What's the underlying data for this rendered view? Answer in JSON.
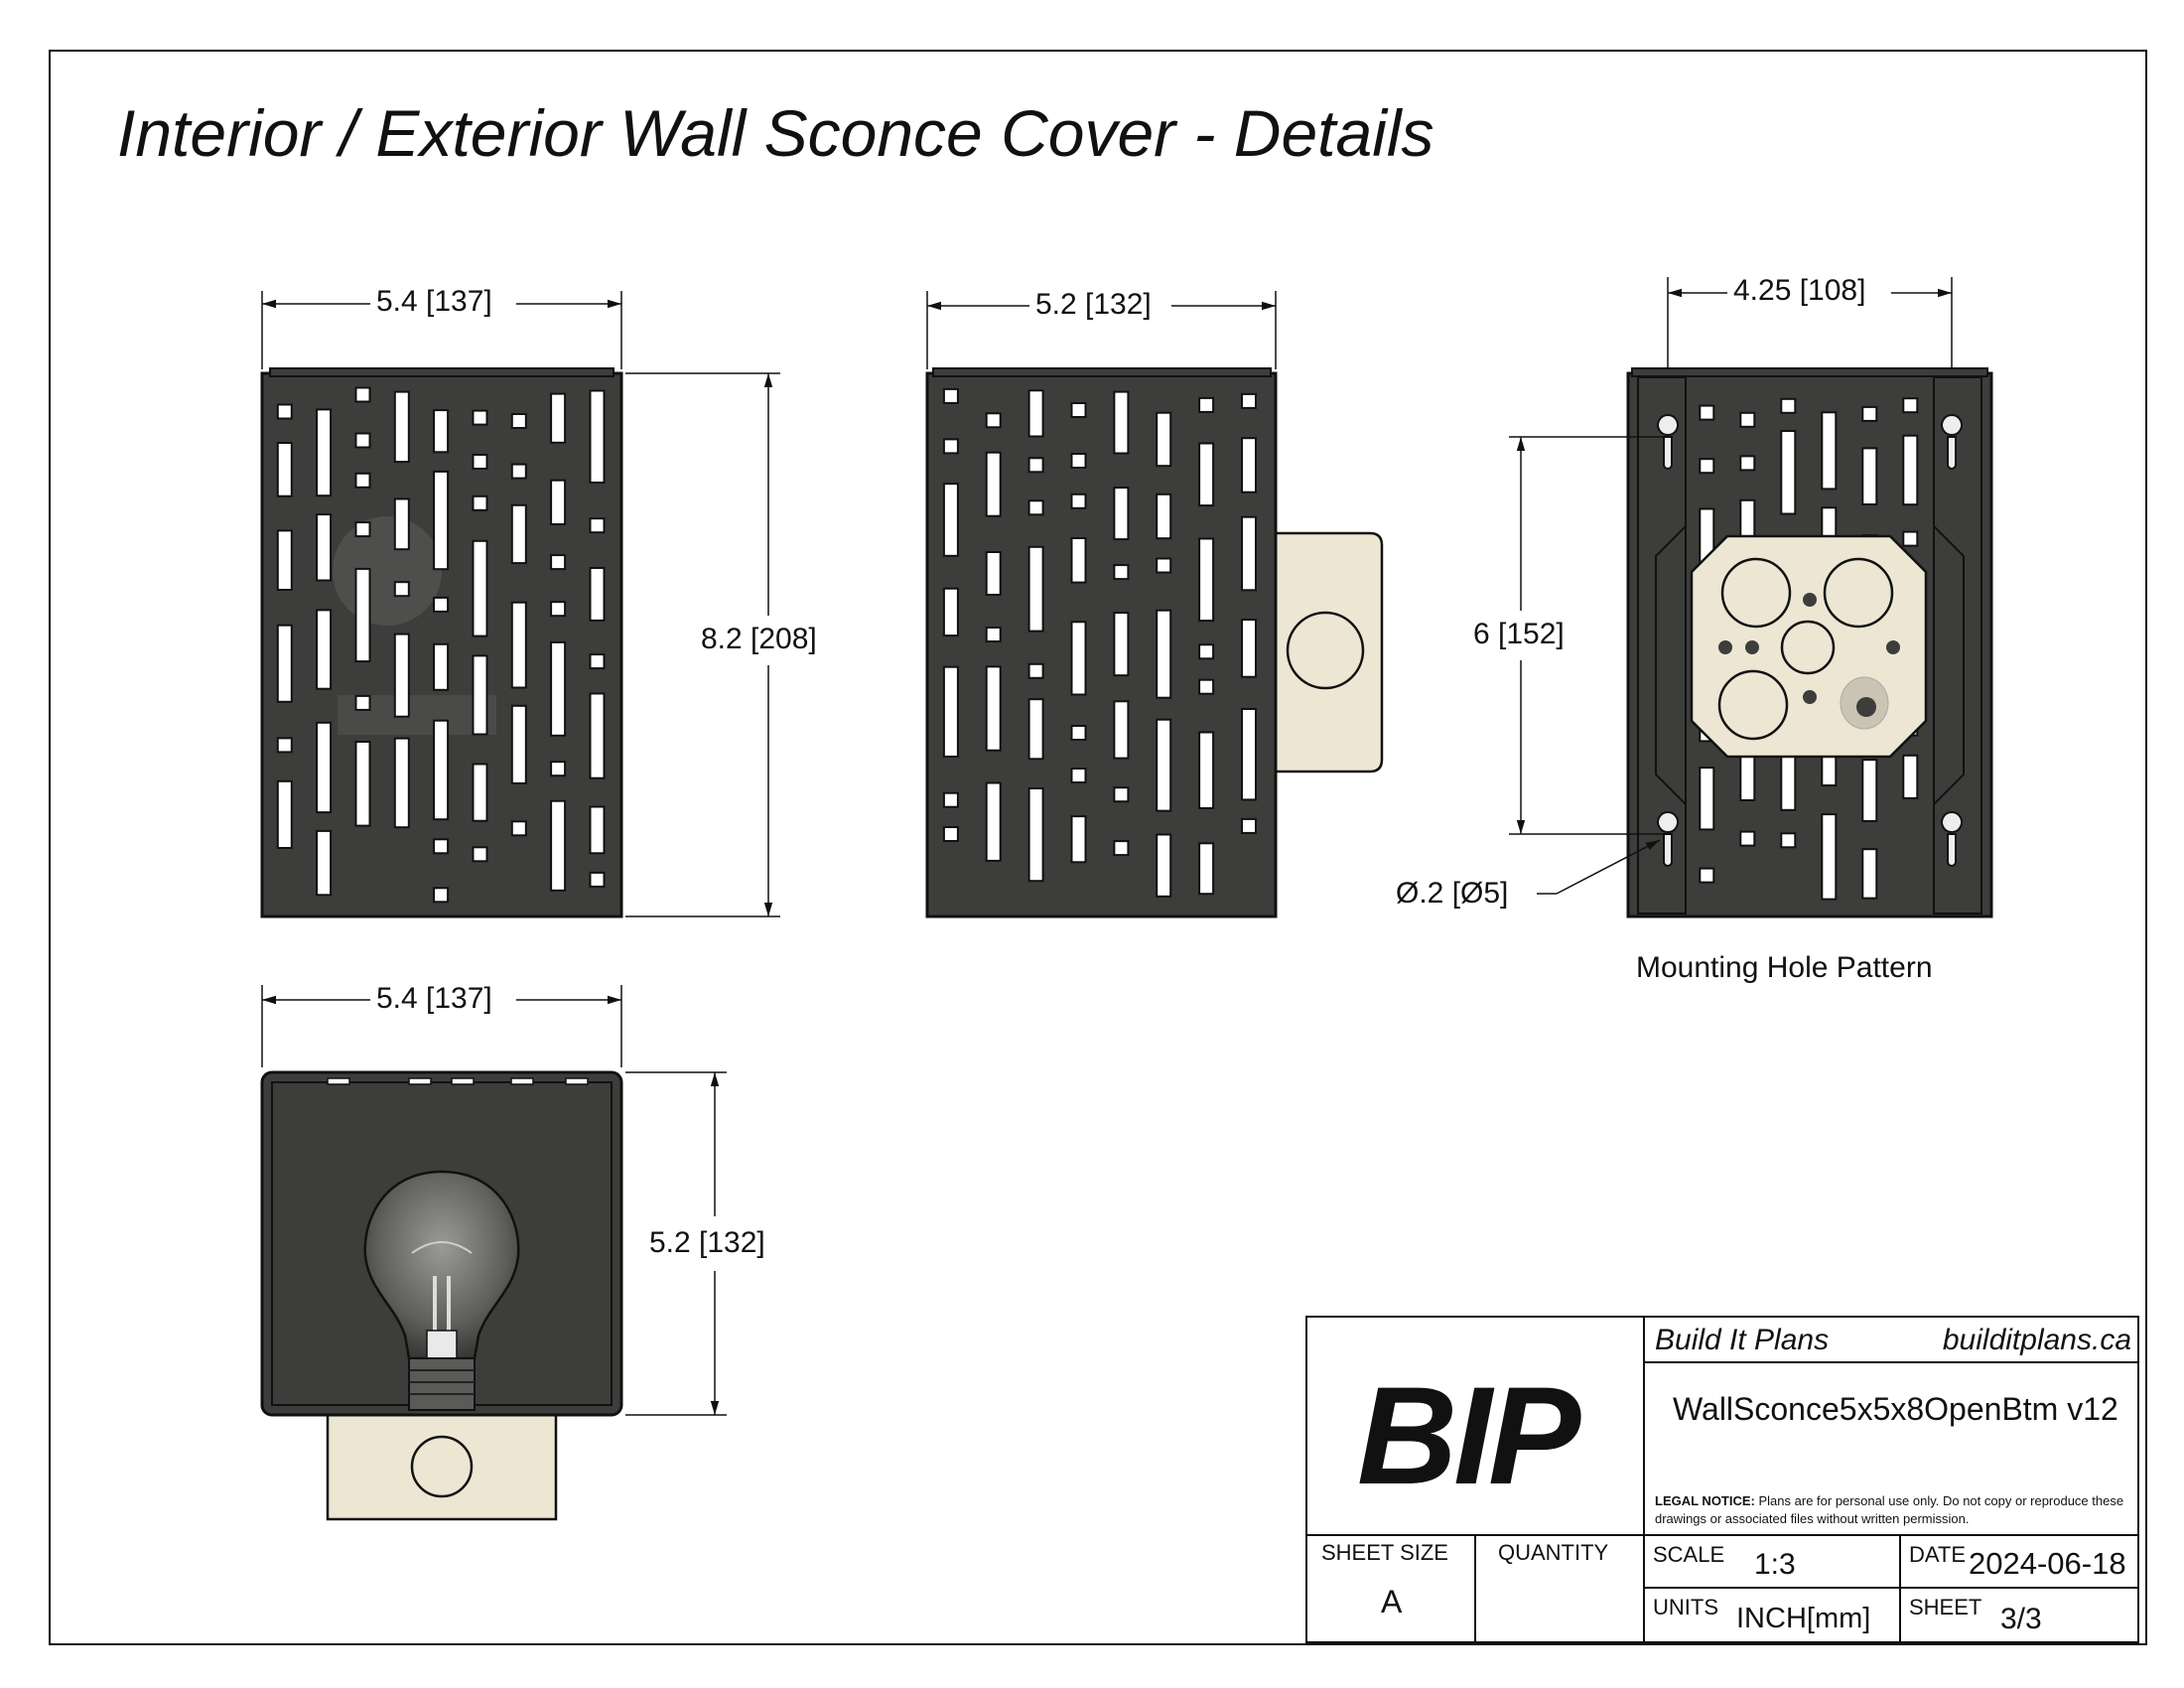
{
  "drawing": {
    "title": "Interior / Exterior Wall Sconce Cover - Details",
    "dimensions": {
      "front_width": "5.4 [137]",
      "front_height": "8.2 [208]",
      "side_width": "5.2 [132]",
      "rear_hole_spacing": "4.25 [108]",
      "rear_vertical_spacing": "6 [152]",
      "rear_hole_diameter": "Ø.2 [Ø5]",
      "bottom_width": "5.4 [137]",
      "bottom_depth": "5.2 [132]"
    },
    "captions": {
      "rear_view": "Mounting Hole Pattern"
    },
    "colors": {
      "cover": "#3d3d3b",
      "cover_edge": "#111111",
      "junction_box": "#ece6d3",
      "background": "#ffffff"
    }
  },
  "title_block": {
    "logo": "BIP",
    "company": "Build It Plans",
    "website": "builditplans.ca",
    "file_name": "WallSconce5x5x8OpenBtm v12",
    "legal_label": "LEGAL NOTICE:",
    "legal_text": "Plans are for personal use only. Do not copy or reproduce these drawings or associated files without written permission.",
    "sheet_size_label": "SHEET SIZE",
    "sheet_size_value": "A",
    "quantity_label": "QUANTITY",
    "quantity_value": "",
    "scale_label": "SCALE",
    "scale_value": "1:3",
    "date_label": "DATE",
    "date_value": "2024-06-18",
    "units_label": "UNITS",
    "units_value": "INCH[mm]",
    "sheet_label": "SHEET",
    "sheet_value": "3/3"
  }
}
